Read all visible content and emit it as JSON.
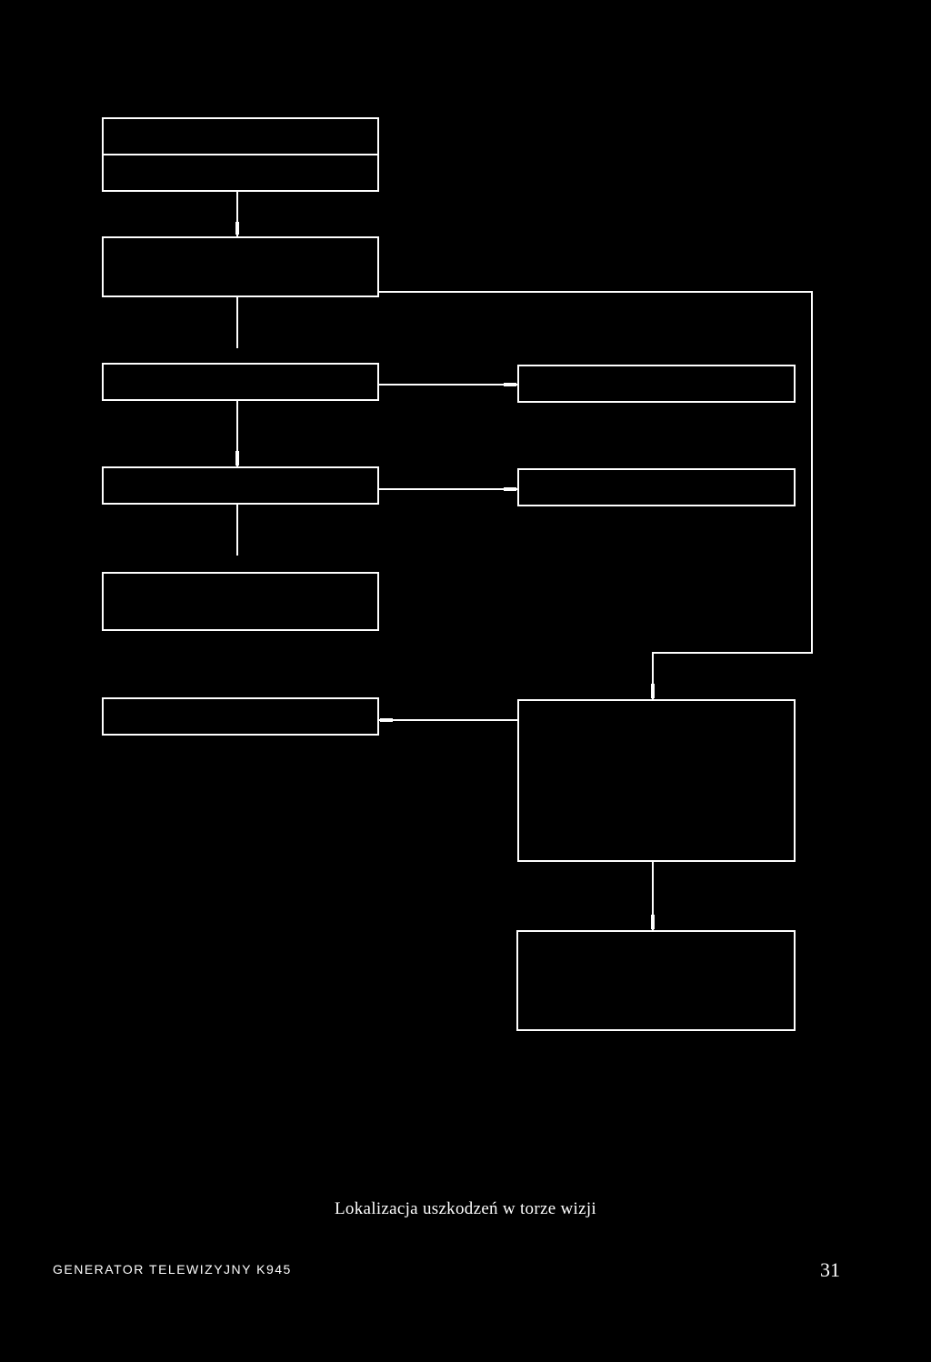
{
  "caption": "Lokalizacja uszkodzeń w torze wizji",
  "footer": {
    "title": "GENERATOR TELEWIZYJNY K945",
    "page_number": "31"
  },
  "colors": {
    "background": "#000000",
    "stroke": "#ffffff"
  }
}
